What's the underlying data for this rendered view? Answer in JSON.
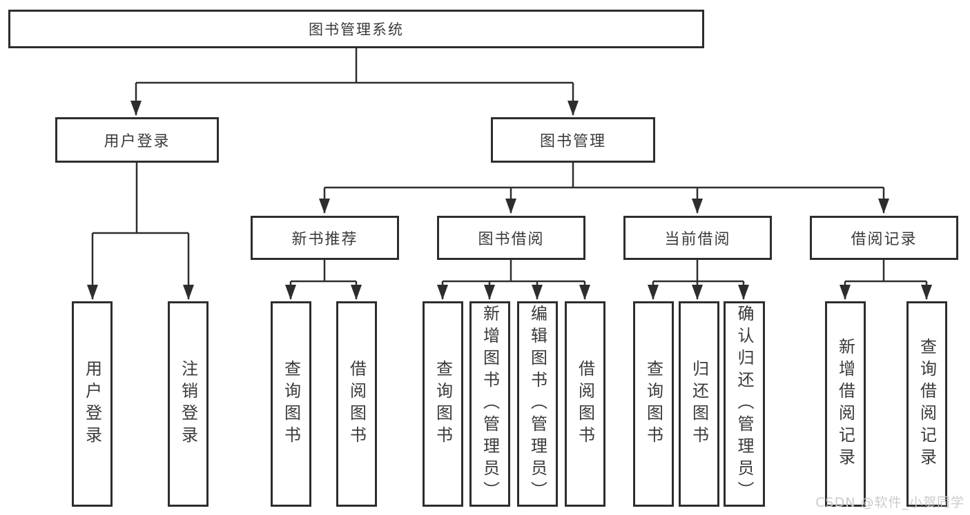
{
  "diagram_type": "hierarchy-structure-chart",
  "colors": {
    "background": "#ffffff",
    "line": "#2d2d2d",
    "box_border": "#2d2d2d",
    "box_fill": "#ffffff",
    "text": "#3a3a3a",
    "watermark": "#cbcbcb"
  },
  "watermark": "CSDN @软件_小贺同学",
  "tree": {
    "label": "图书管理系统",
    "children": [
      {
        "label": "用户登录",
        "children": [
          {
            "label": "用户登录"
          },
          {
            "label": "注销登录"
          }
        ]
      },
      {
        "label": "图书管理",
        "children": [
          {
            "label": "新书推荐",
            "children": [
              {
                "label": "查询图书"
              },
              {
                "label": "借阅图书"
              }
            ]
          },
          {
            "label": "图书借阅",
            "children": [
              {
                "label": "查询图书"
              },
              {
                "label": "新增图书（管理员）"
              },
              {
                "label": "编辑图书（管理员）"
              },
              {
                "label": "借阅图书"
              }
            ]
          },
          {
            "label": "当前借阅",
            "children": [
              {
                "label": "查询图书"
              },
              {
                "label": "归还图书"
              },
              {
                "label": "确认归还（管理员）"
              }
            ]
          },
          {
            "label": "借阅记录",
            "children": [
              {
                "label": "新增借阅记录"
              },
              {
                "label": "查询借阅记录"
              }
            ]
          }
        ]
      }
    ]
  }
}
